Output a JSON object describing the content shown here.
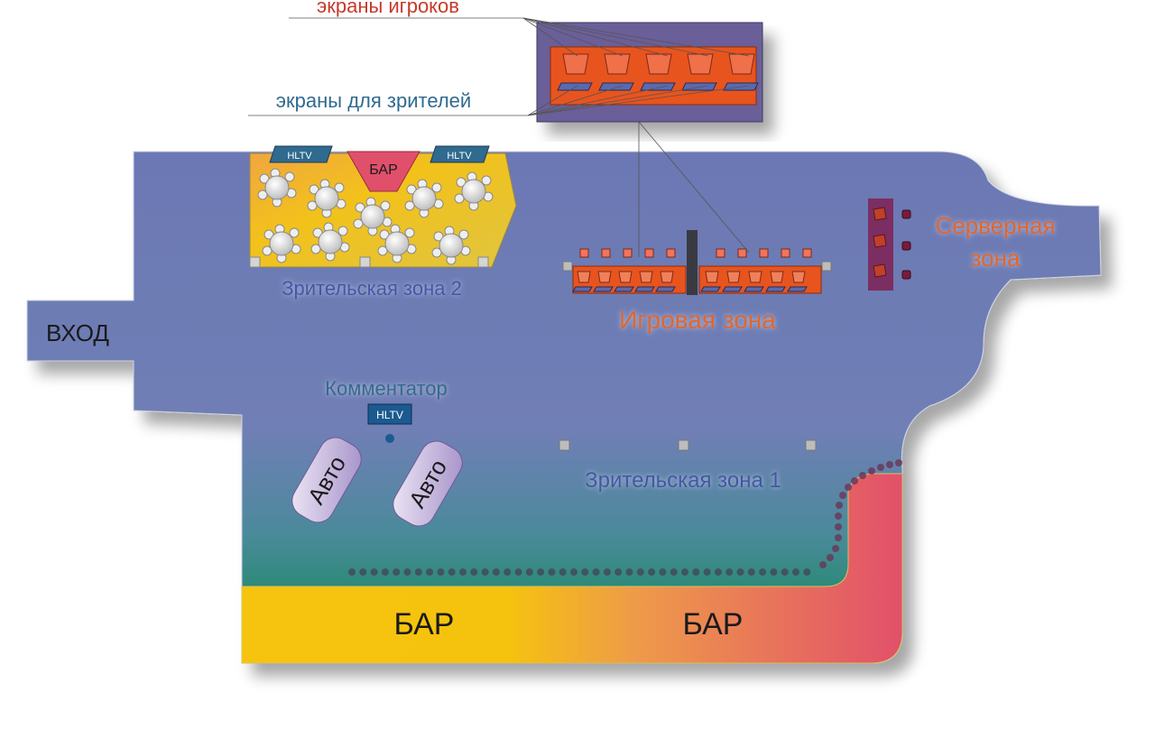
{
  "callouts": {
    "player_screens": "экраны игроков",
    "viewer_screens": "экраны для зрителей"
  },
  "zones": {
    "entrance": "ВХОД",
    "viewer_zone_2": "Зрительская зона 2",
    "game_zone": "Игровая зона",
    "server_zone_line1": "Серверная",
    "server_zone_line2": "зона",
    "commentator": "Комментатор",
    "viewer_zone_1": "Зрительская зона 1"
  },
  "screens": {
    "hltv_left": "HLTV",
    "hltv_right": "HLTV",
    "hltv_commentator": "HLTV"
  },
  "bars": {
    "top_bar": "БАР",
    "bottom_bar_left": "БАР",
    "bottom_bar_right": "БАР"
  },
  "cars": [
    "Авто",
    "Авто"
  ],
  "colors": {
    "floor": "#6f7ab4",
    "lounge_yellow": "#f2c21a",
    "game_orange": "#e8541e",
    "bar_red": "#e0506a",
    "server_purple": "#7c2e62",
    "label_red": "#c73a2a",
    "label_blue": "#2f6a8f"
  }
}
